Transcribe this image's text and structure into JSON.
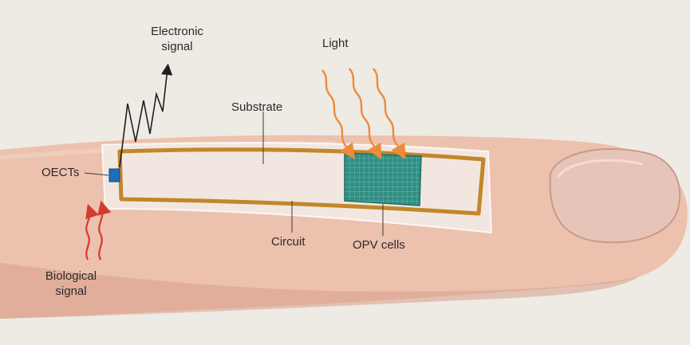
{
  "labels": {
    "electronic_signal": [
      "Electronic",
      "signal"
    ],
    "light": "Light",
    "substrate": "Substrate",
    "oects": "OECTs",
    "circuit": "Circuit",
    "opv_cells": "OPV cells",
    "biological_signal": [
      "Biological",
      "signal"
    ]
  },
  "colors": {
    "background": "#eeeae4",
    "skin": "#ecc1ad",
    "skin_shadow": "#d79e8b",
    "nail": "#e7c4b8",
    "substrate_film": "#f3ece8",
    "circuit": "#c38628",
    "opv_cell": "#2f8f84",
    "oect": "#1c6fb8",
    "light_rays": "#ee8a3c",
    "biological_rays": "#d63a2f",
    "electronic_signal": "#1f1f1f"
  }
}
